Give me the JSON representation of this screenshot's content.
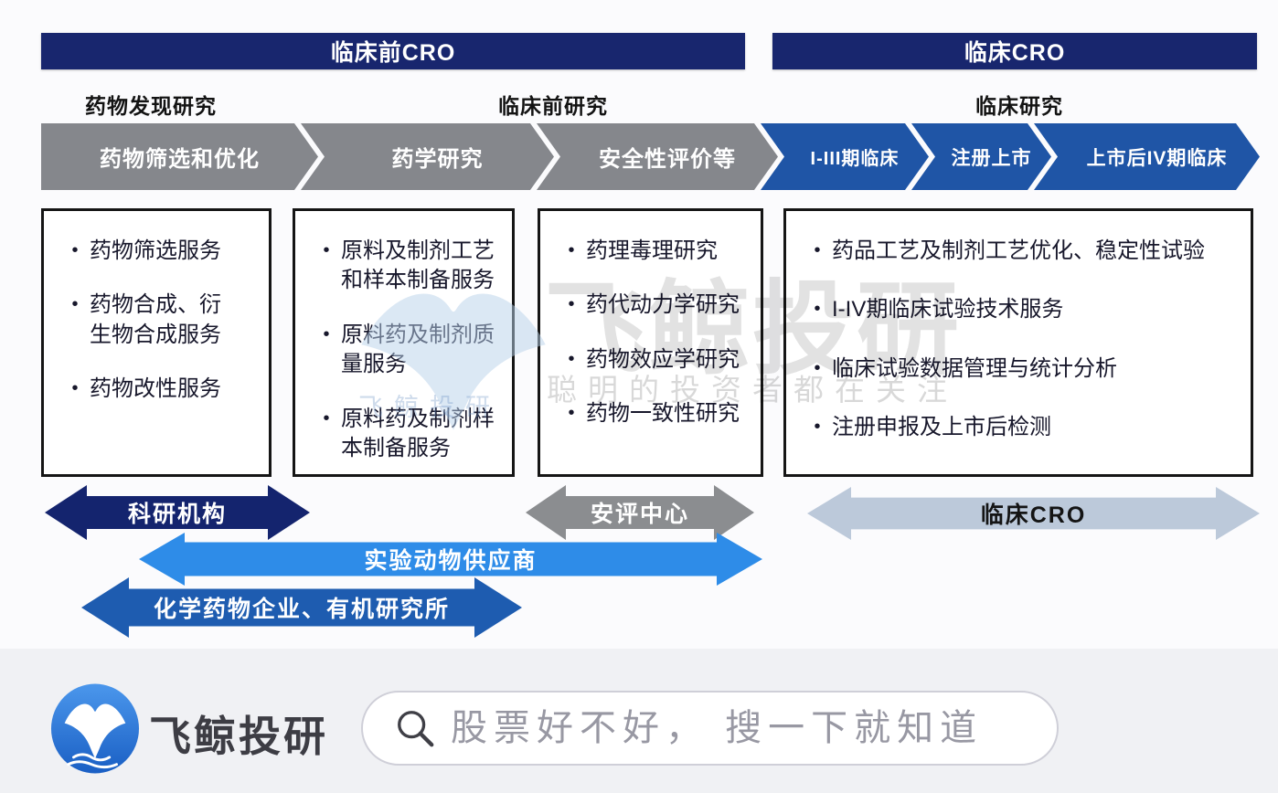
{
  "headers": {
    "preclinical_cro": "临床前CRO",
    "clinical_cro": "临床CRO"
  },
  "stage_labels": {
    "discovery": "药物发现研究",
    "preclinical": "临床前研究",
    "clinical": "临床研究"
  },
  "chevrons": [
    {
      "label": "药物筛选和优化"
    },
    {
      "label": "药学研究"
    },
    {
      "label": "安全性评价等"
    },
    {
      "label": "I-III期临床"
    },
    {
      "label": "注册上市"
    },
    {
      "label": "上市后IV期临床"
    }
  ],
  "boxes": [
    {
      "items": [
        "药物筛选服务",
        "药物合成、衍\n生物合成服务",
        "药物改性服务"
      ]
    },
    {
      "items": [
        "原料及制剂工艺\n和样本制备服务",
        "原料药及制剂质\n量服务",
        "原料药及制剂样\n本制备服务"
      ]
    },
    {
      "items": [
        "药理毒理研究",
        "药代动力学研究",
        "药物效应学研究",
        "药物一致性研究"
      ]
    },
    {
      "items": [
        "药品工艺及制剂工艺优化、稳定性试验",
        "I-IV期临床试验技术服务",
        "临床试验数据管理与统计分析",
        "注册申报及上市后检测"
      ]
    }
  ],
  "arrows": [
    {
      "label": "科研机构"
    },
    {
      "label": "安评中心"
    },
    {
      "label": "临床CRO"
    },
    {
      "label": "实验动物供应商"
    },
    {
      "label": "化学药物企业、有机研究所"
    }
  ],
  "watermark": {
    "brand_large": "飞鲸投研",
    "tail_brand": "飞鲸投研",
    "slogan": "聪明的投资者都在关注"
  },
  "footer": {
    "brand": "飞鲸投研",
    "search_placeholder": "股票好不好， 搜一下就知道"
  },
  "colors": {
    "header_navy": "#18266e",
    "chevron_gray": "#85878c",
    "chevron_blue": "#1f55a6",
    "arrow_navy": "#14246e",
    "arrow_gray": "#8b8d90",
    "arrow_steel": "#bcc9da",
    "arrow_bright_blue": "#2e8ce8",
    "arrow_blue": "#1e5cb0",
    "arrow_steel_text": "#141414",
    "arrow_text": "#ffffff",
    "footer_bg": "#f0f1f4",
    "logo_blue_top": "#4b97ec",
    "logo_blue_bottom": "#1a5fc4"
  }
}
